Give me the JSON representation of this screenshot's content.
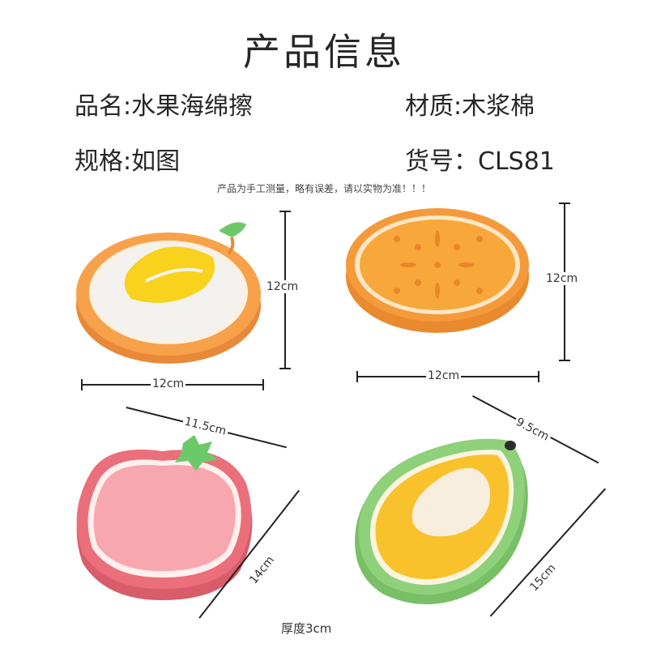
{
  "title": "产品信息",
  "specs": {
    "name": "品名:水果海绵擦",
    "material": "材质:木浆棉",
    "size": "规格:如图",
    "item_no": "货号：CLS81"
  },
  "notice": "产品为手工测量，略有误差，请以实物为准！！！",
  "products": [
    {
      "fruit": "lemon",
      "height_label": "12cm",
      "width_label": "12cm",
      "colors": {
        "peel": "#f7a24b",
        "pith": "#f3f2ee",
        "flesh": "#f8d21d",
        "leaf": "#6cc96a"
      }
    },
    {
      "fruit": "orange",
      "height_label": "12cm",
      "width_label": "12cm",
      "colors": {
        "peel": "#f49a3a",
        "pith": "#fbe7c6",
        "flesh": "#f8a83a"
      }
    },
    {
      "fruit": "strawberry",
      "width_label": "11.5cm",
      "height_label": "14cm",
      "colors": {
        "peel": "#ea6f7a",
        "pith": "#fff0ee",
        "flesh": "#f7a7ad",
        "leaf": "#6cc96a"
      }
    },
    {
      "fruit": "mango",
      "width_label": "9.5cm",
      "height_label": "15cm",
      "colors": {
        "peel": "#8fd07b",
        "pith": "#fbf5df",
        "flesh": "#f9c12c",
        "seed": "#f7eedd"
      }
    }
  ],
  "thickness": "厚度3cm"
}
